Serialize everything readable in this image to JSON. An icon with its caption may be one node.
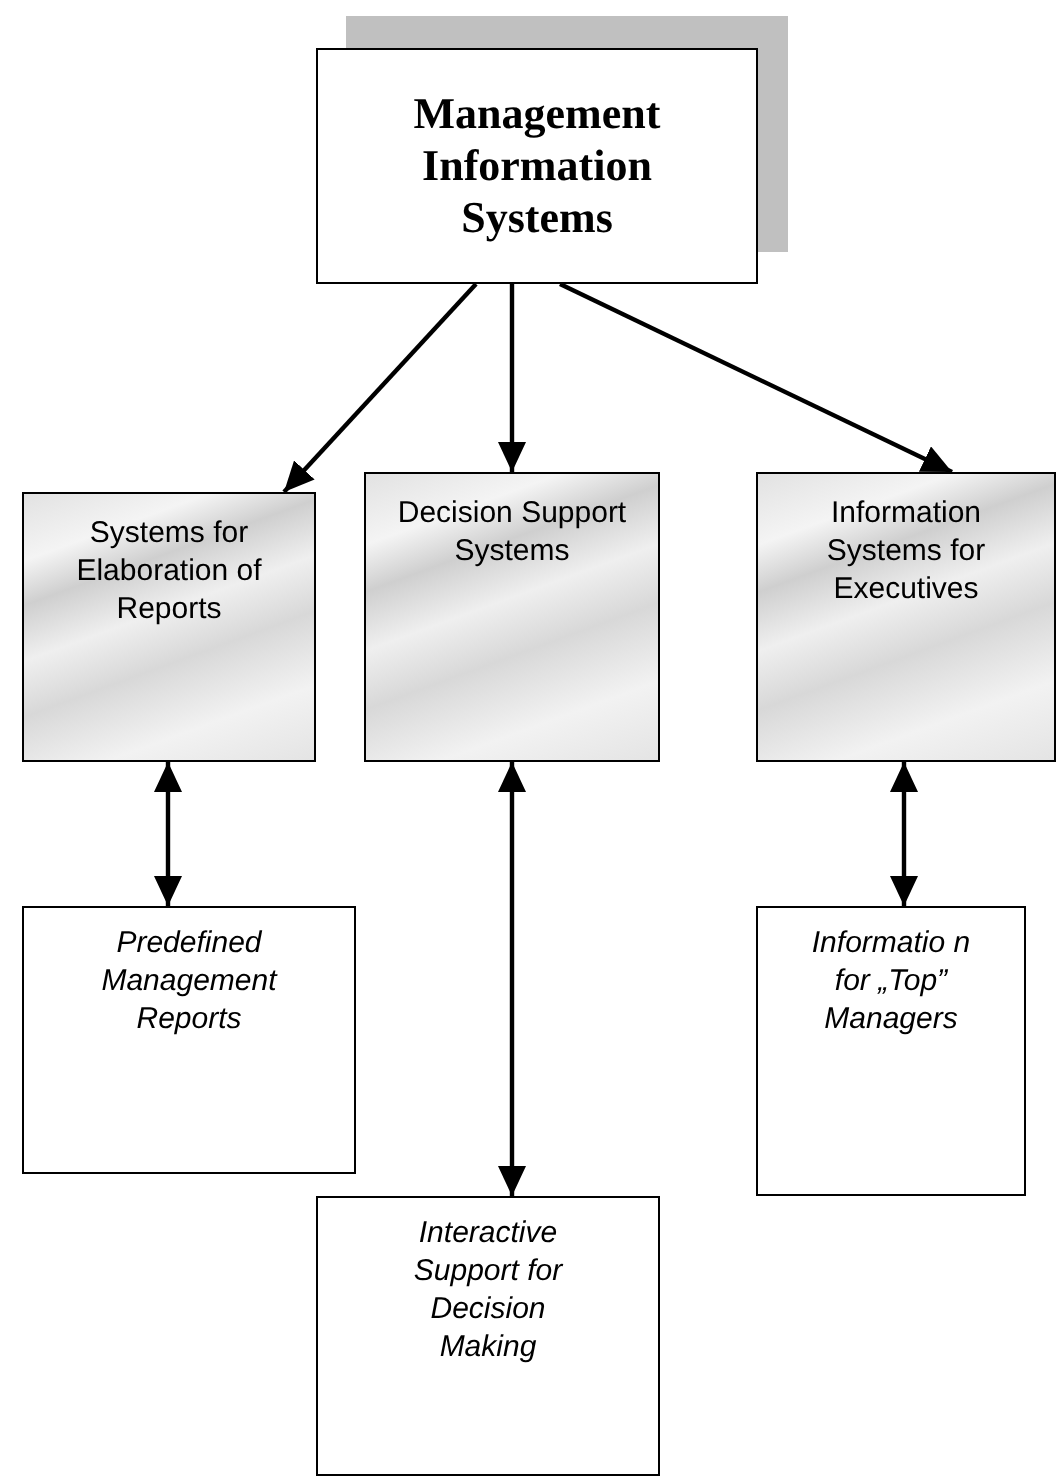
{
  "diagram": {
    "nodes": [
      {
        "text": [
          "Management Information Systems"
        ]
      },
      {
        "text": [
          "Systems for Elaboration of Reports"
        ]
      },
      {
        "text": [
          "Decision Support Systems"
        ]
      },
      {
        "text": [
          "Information Systems for Executives"
        ]
      },
      {
        "text": [
          "Predefined Management Reports"
        ]
      },
      {
        "text": [
          "Interactive Support for Decision Making"
        ]
      },
      {
        "text": [
          "Informatio n for „Top” Managers"
        ]
      }
    ],
    "edges": [
      {
        "from": 0,
        "to": 1,
        "arrow": "to"
      },
      {
        "from": 0,
        "to": 2,
        "arrow": "to"
      },
      {
        "from": 0,
        "to": 3,
        "arrow": "to"
      },
      {
        "from": 1,
        "to": 4,
        "arrow": "both"
      },
      {
        "from": 2,
        "to": 5,
        "arrow": "both"
      },
      {
        "from": 3,
        "to": 6,
        "arrow": "both"
      }
    ]
  }
}
